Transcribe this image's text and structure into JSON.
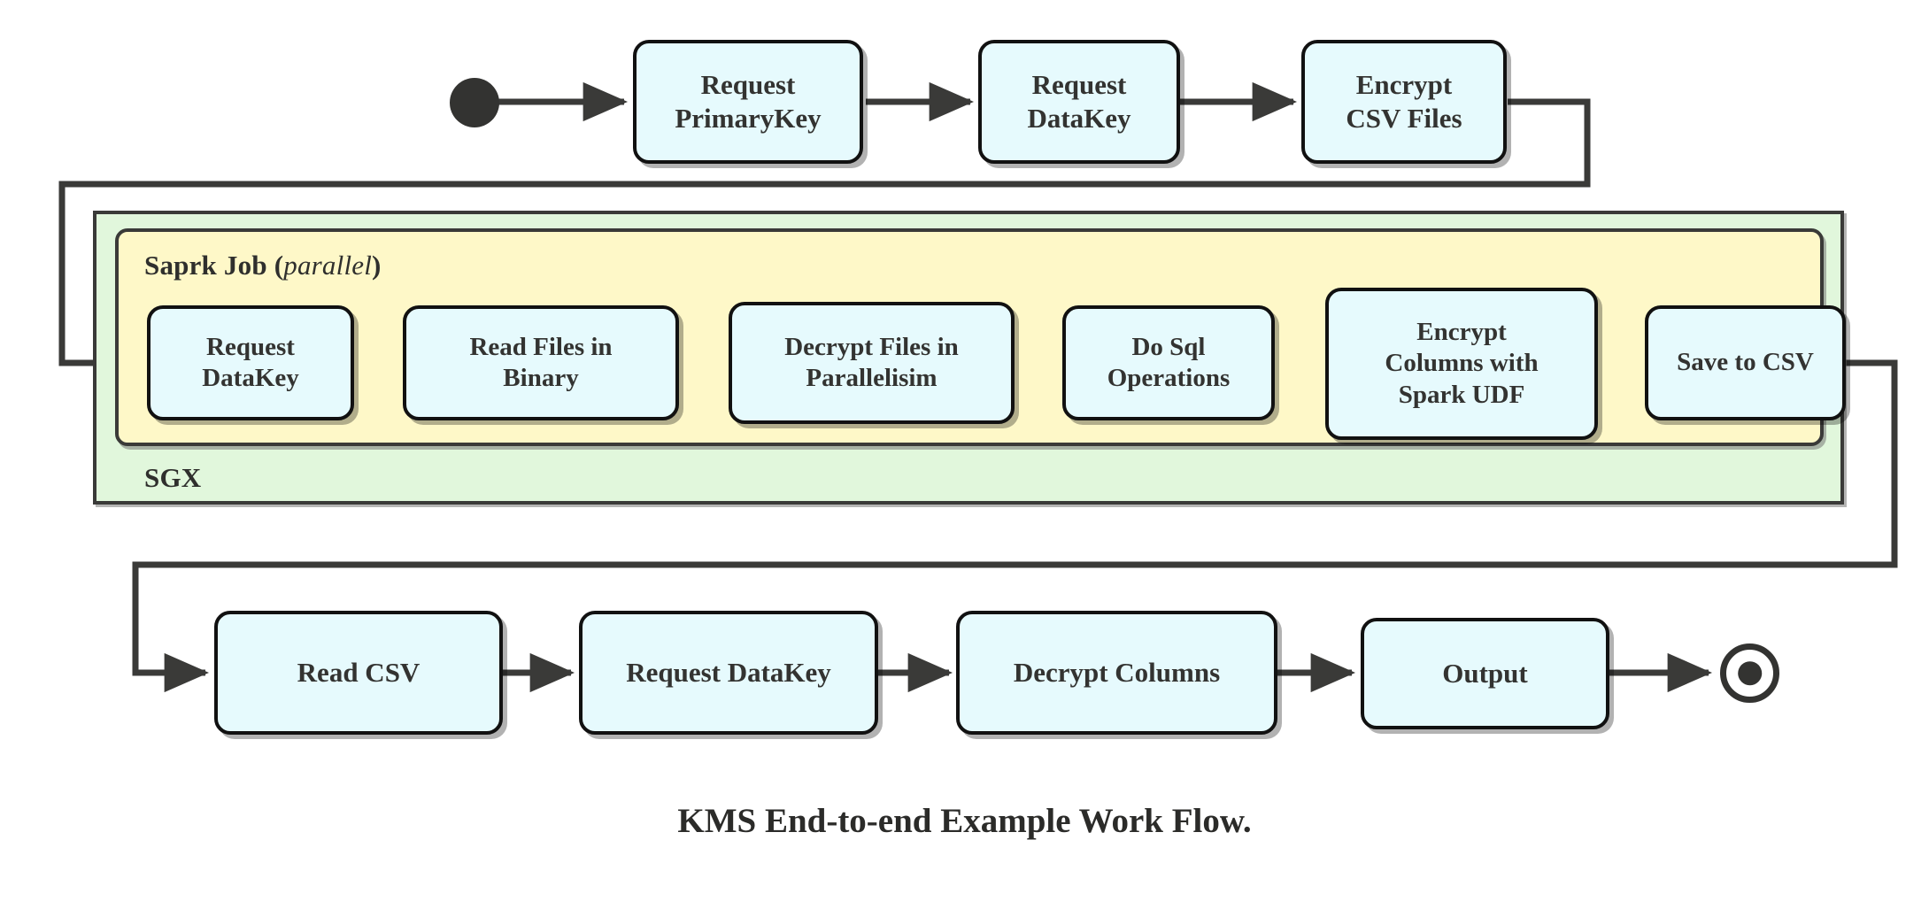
{
  "diagram": {
    "title": "KMS End-to-end Example Work Flow.",
    "type": "uml-activity-flow",
    "colors": {
      "node_fill": "#E6FAFD",
      "node_stroke": "#111111",
      "spark_region_fill": "#FEF8C8",
      "sgx_region_fill": "#E1F7DC",
      "region_stroke": "#3A3A38",
      "edge_stroke": "#3A3A38",
      "marker_fill": "#333331",
      "text": "#333331",
      "background": "#FFFFFF"
    },
    "markers": {
      "start": "initial-state-dot",
      "end": "final-state-ring"
    },
    "regions": [
      {
        "id": "sgx",
        "label": "SGX",
        "label_position": "bottom-left",
        "shape": "rectangle"
      },
      {
        "id": "spark_job",
        "label": "Saprk Job",
        "label_suffix_open": "(",
        "label_suffix_italic": "parallel",
        "label_suffix_close": ")",
        "label_position": "top-left",
        "shape": "rounded-rectangle"
      }
    ],
    "rows": {
      "top": {
        "id": "row-top",
        "nodes": [
          {
            "id": "request-primarykey",
            "lines": [
              "Request",
              "PrimaryKey"
            ]
          },
          {
            "id": "request-datakey-top",
            "lines": [
              "Request",
              "DataKey"
            ]
          },
          {
            "id": "encrypt-csv-files",
            "lines": [
              "Encrypt",
              "CSV Files"
            ]
          }
        ]
      },
      "middle": {
        "id": "row-spark",
        "nodes": [
          {
            "id": "request-datakey-spark",
            "lines": [
              "Request",
              "DataKey"
            ]
          },
          {
            "id": "read-files-in-binary",
            "lines": [
              "Read Files in",
              "Binary"
            ]
          },
          {
            "id": "decrypt-files-in-parallelisim",
            "lines": [
              "Decrypt Files in",
              "Parallelisim"
            ]
          },
          {
            "id": "do-sql-operations",
            "lines": [
              "Do Sql",
              "Operations"
            ]
          },
          {
            "id": "encrypt-columns-with-spark-udf",
            "lines": [
              "Encrypt",
              "Columns with",
              "Spark UDF"
            ]
          },
          {
            "id": "save-to-csv",
            "lines": [
              "Save to CSV"
            ]
          }
        ]
      },
      "bottom": {
        "id": "row-bottom",
        "nodes": [
          {
            "id": "read-csv",
            "lines": [
              "Read CSV"
            ]
          },
          {
            "id": "request-datakey-bottom",
            "lines": [
              "Request DataKey"
            ]
          },
          {
            "id": "decrypt-columns",
            "lines": [
              "Decrypt Columns"
            ]
          },
          {
            "id": "output",
            "lines": [
              "Output"
            ]
          }
        ]
      }
    },
    "edges": [
      {
        "from": "start",
        "to": "request-primarykey",
        "style": "straight-arrow"
      },
      {
        "from": "request-primarykey",
        "to": "request-datakey-top",
        "style": "straight-arrow"
      },
      {
        "from": "request-datakey-top",
        "to": "encrypt-csv-files",
        "style": "straight-arrow"
      },
      {
        "from": "encrypt-csv-files",
        "to": "request-datakey-spark",
        "style": "orthogonal-wrap-left"
      },
      {
        "from": "request-datakey-spark",
        "to": "read-files-in-binary",
        "style": "straight-arrow"
      },
      {
        "from": "read-files-in-binary",
        "to": "decrypt-files-in-parallelisim",
        "style": "straight-arrow"
      },
      {
        "from": "decrypt-files-in-parallelisim",
        "to": "do-sql-operations",
        "style": "straight-arrow"
      },
      {
        "from": "do-sql-operations",
        "to": "encrypt-columns-with-spark-udf",
        "style": "straight-arrow"
      },
      {
        "from": "encrypt-columns-with-spark-udf",
        "to": "save-to-csv",
        "style": "straight-arrow"
      },
      {
        "from": "save-to-csv",
        "to": "read-csv",
        "style": "orthogonal-wrap-right"
      },
      {
        "from": "read-csv",
        "to": "request-datakey-bottom",
        "style": "straight-arrow"
      },
      {
        "from": "request-datakey-bottom",
        "to": "decrypt-columns",
        "style": "straight-arrow"
      },
      {
        "from": "decrypt-columns",
        "to": "output",
        "style": "straight-arrow"
      },
      {
        "from": "output",
        "to": "end",
        "style": "straight-arrow"
      }
    ]
  }
}
